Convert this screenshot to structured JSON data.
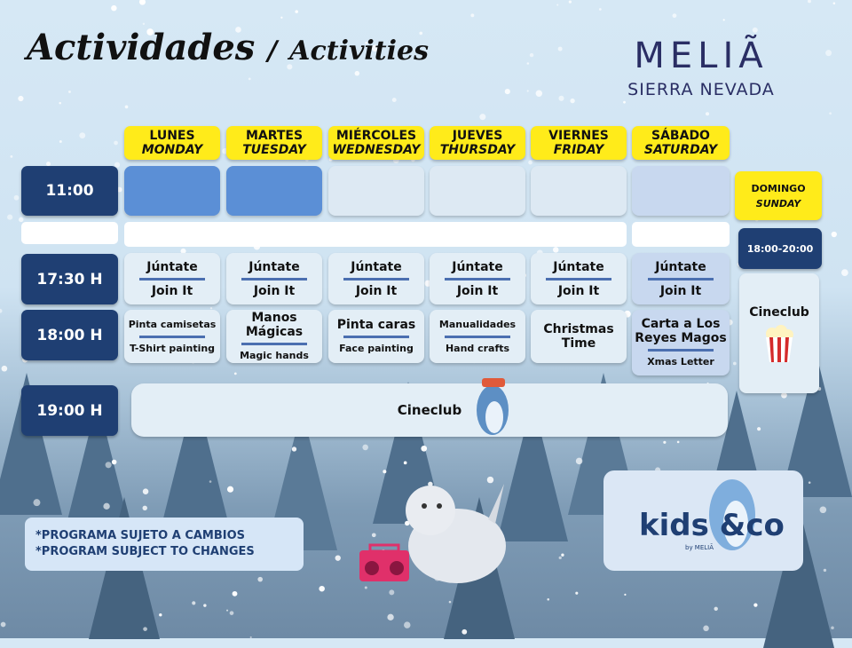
{
  "header": {
    "title_es": "Actividades",
    "separator": "/",
    "title_en": "Activities"
  },
  "brand": {
    "name": "MELIÃ",
    "location": "SIERRA NEVADA"
  },
  "days": [
    {
      "es": "LUNES",
      "en": "MONDAY"
    },
    {
      "es": "MARTES",
      "en": "TUESDAY"
    },
    {
      "es": "MIÉRCOLES",
      "en": "WEDNESDAY"
    },
    {
      "es": "JUEVES",
      "en": "THURSDAY"
    },
    {
      "es": "VIERNES",
      "en": "FRIDAY"
    },
    {
      "es": "SÁBADO",
      "en": "SATURDAY"
    }
  ],
  "sunday": {
    "es": "DOMINGO",
    "en": "SUNDAY",
    "time": "18:00-20:00",
    "activity": "Cineclub"
  },
  "times": [
    "11:00",
    "17:30 H",
    "18:00 H",
    "19:00 H"
  ],
  "row1730": {
    "es": "Júntate",
    "en": "Join It"
  },
  "row1800": [
    {
      "a": "Pinta camisetas",
      "b": "T-Shirt painting"
    },
    {
      "a": "Manos Mágicas",
      "b": "Magic hands"
    },
    {
      "a": "Pinta caras",
      "b": "Face painting"
    },
    {
      "a": "Manualidades",
      "b": "Hand crafts"
    },
    {
      "a": "Christmas Time",
      "b": ""
    },
    {
      "a": "Carta a Los Reyes Magos",
      "b": "Xmas Letter"
    }
  ],
  "row1900": "Cineclub",
  "note": {
    "l1": "*PROGRAMA SUJETO A CAMBIOS",
    "l2": "*PROGRAM SUBJECT TO CHANGES"
  },
  "kids_logo": {
    "text": "kids &co",
    "by": "by MELIÃ"
  },
  "colors": {
    "navy": "#1f3f73",
    "yellow": "#ffeb1a",
    "blue_cell": "#5b8fd6"
  }
}
